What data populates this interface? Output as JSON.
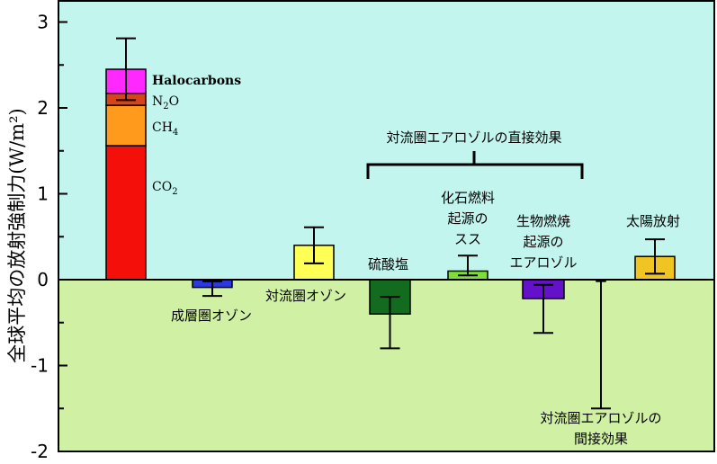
{
  "chart_data": {
    "type": "bar",
    "title": "",
    "ylabel": "全球平均の放射強制力(W/m²)",
    "ylim": [
      -2,
      3.3
    ],
    "yticks": [
      -2,
      -1,
      0,
      1,
      2,
      3
    ],
    "grid": false,
    "background": {
      "positive_region": "#c3f5ef",
      "negative_region": "#d0f0a3"
    },
    "stacked_bar": {
      "components": [
        {
          "name": "CO2",
          "value": 1.56,
          "color": "#f50f0a"
        },
        {
          "name": "CH4",
          "value": 0.47,
          "color": "#ff9a1c"
        },
        {
          "name": "N2O",
          "value": 0.14,
          "color": "#d8441a"
        },
        {
          "name": "Halocarbons",
          "value": 0.28,
          "color": "#ff29ff"
        }
      ],
      "total": 2.45,
      "error": [
        2.09,
        2.81
      ]
    },
    "bars": [
      {
        "name": "成層圏オゾン",
        "value": -0.09,
        "error": [
          -0.19,
          -0.02
        ],
        "color": "#2a3ae0"
      },
      {
        "name": "対流圏オゾン",
        "value": 0.4,
        "error": [
          0.19,
          0.61
        ],
        "color": "#ffff55"
      },
      {
        "name": "硫酸塩",
        "value": -0.4,
        "error": [
          -0.8,
          -0.2
        ],
        "color": "#136b1f"
      },
      {
        "name": "化石燃料起源のスス",
        "value": 0.1,
        "error": [
          0.05,
          0.28
        ],
        "color": "#7cde36"
      },
      {
        "name": "生物燃焼起源のエアロゾル",
        "value": -0.22,
        "error": [
          -0.62,
          -0.06
        ],
        "color": "#6511c9"
      },
      {
        "name": "対流圏エアロゾルの間接効果",
        "value": -0.02,
        "error": [
          -1.5,
          0.0
        ],
        "color": "#000000"
      },
      {
        "name": "太陽放射",
        "value": 0.27,
        "error": [
          0.07,
          0.47
        ],
        "color": "#f0c422"
      }
    ],
    "annotations": {
      "halocarbons": "Halocarbons",
      "n2o_pre": "N",
      "n2o_sub": "2",
      "n2o_post": "O",
      "ch4_pre": "CH",
      "ch4_sub": "4",
      "co2_pre": "CO",
      "co2_sub": "2",
      "strat_ozone": "成層圏オゾン",
      "trop_ozone": "対流圏オゾン",
      "sulfate": "硫酸塩",
      "soot_line1": "化石燃料",
      "soot_line2": "起源の",
      "soot_line3": "スス",
      "biomass_line1": "生物燃焼",
      "biomass_line2": "起源の",
      "biomass_line3": "エアロゾル",
      "solar": "太陽放射",
      "indirect_line1": "対流圏エアロゾルの",
      "indirect_line2": "間接効果",
      "direct_bracket": "対流圏エアロゾルの直接効果"
    }
  }
}
